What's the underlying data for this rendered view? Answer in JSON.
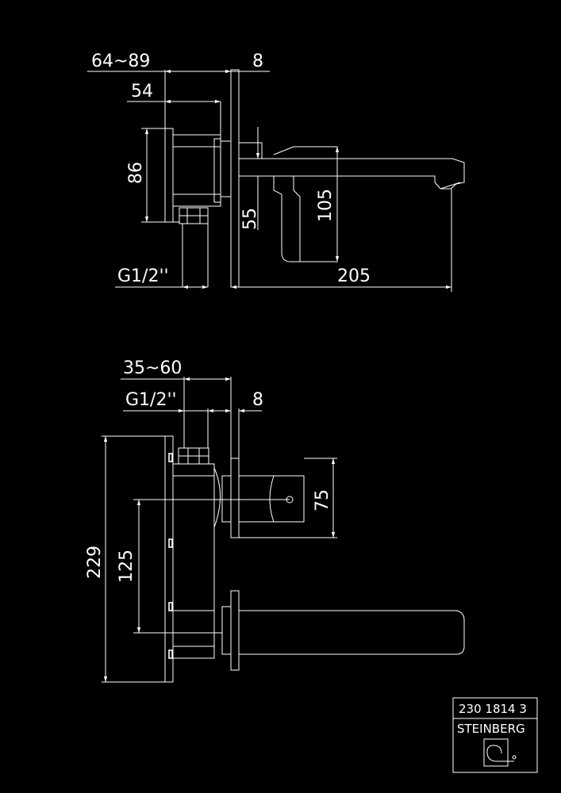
{
  "dims_top": {
    "depth_range": "64~89",
    "flange": "8",
    "body_depth": "54",
    "height_86": "86",
    "h55": "55",
    "h105": "105",
    "thread": "G1/2''",
    "length": "205"
  },
  "dims_bottom": {
    "depth_range": "35~60",
    "thread": "G1/2''",
    "flange": "8",
    "h75": "75",
    "h229": "229",
    "h125": "125"
  },
  "title_block": {
    "code": "230 1814 3",
    "brand": "STEINBERG"
  },
  "colors": {
    "background": "#000000",
    "lines": "#ffffff"
  }
}
